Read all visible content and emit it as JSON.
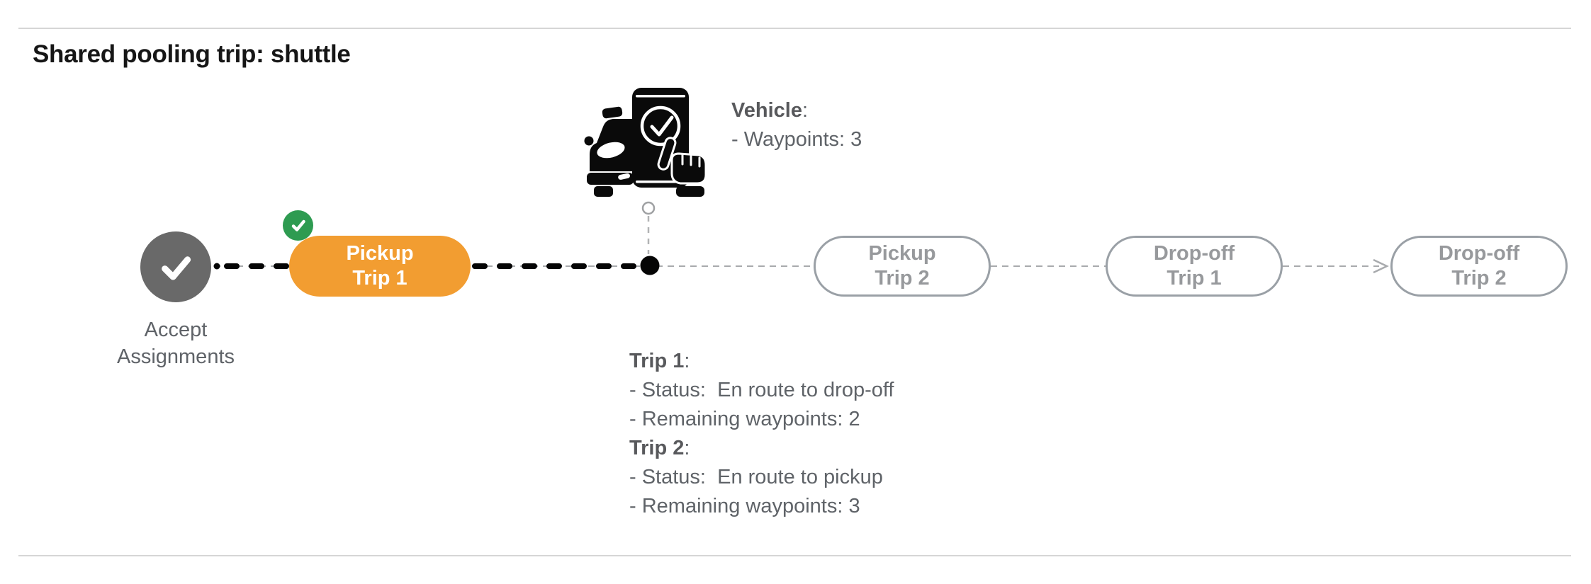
{
  "page": {
    "title": "Shared pooling trip: shuttle"
  },
  "vehicle_info": {
    "heading": "Vehicle",
    "heading_suffix": ":",
    "waypoints_line": "- Waypoints: 3"
  },
  "timeline": {
    "start_label": {
      "line1": "Accept",
      "line2": "Assignments"
    },
    "nodes": [
      {
        "line1": "Pickup",
        "line2": "Trip 1",
        "state": "current-completed"
      },
      {
        "line1": "Pickup",
        "line2": "Trip 2",
        "state": "upcoming"
      },
      {
        "line1": "Drop-off",
        "line2": "Trip 1",
        "state": "upcoming"
      },
      {
        "line1": "Drop-off",
        "line2": "Trip 2",
        "state": "upcoming"
      }
    ]
  },
  "trip_status": {
    "trips": [
      {
        "name": "Trip 1",
        "suffix": ":",
        "status_line": "- Status:  En route to drop-off",
        "waypoints_line": "- Remaining waypoints: 2"
      },
      {
        "name": "Trip 2",
        "suffix": ":",
        "status_line": "- Status:  En route to pickup",
        "waypoints_line": "- Remaining waypoints: 3"
      }
    ]
  },
  "icons": {
    "start_node": "check-icon",
    "badge": "check-badge-icon",
    "vehicle": "vehicle-phone-confirm-icon",
    "current_position": "position-dot-icon",
    "link_marker": "open-circle-icon",
    "next_arrow": "arrow-right-icon"
  },
  "colors": {
    "accent_orange": "#F29D31",
    "success_green": "#2E9B51",
    "node_gray": "#696969",
    "text_gray": "#5F6368",
    "outline_gray": "#9AA0A6",
    "line_black": "#000000",
    "divider_gray": "#D6D6D6"
  }
}
